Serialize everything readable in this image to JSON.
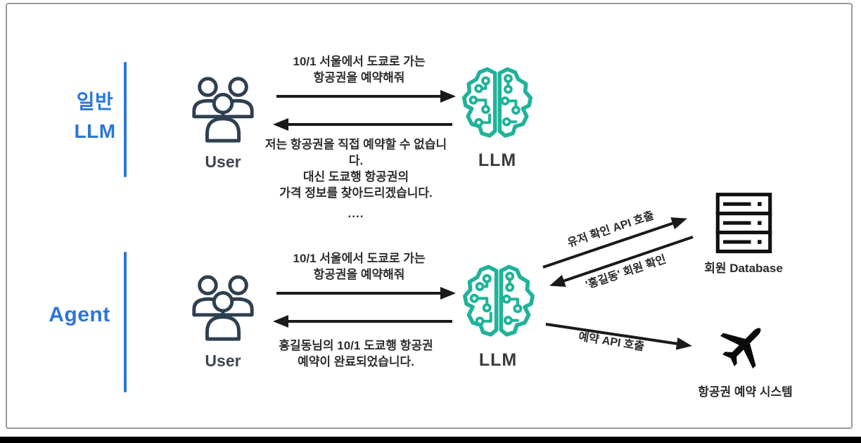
{
  "colors": {
    "accent_blue": "#2b76d9",
    "teal": "#1fb39a",
    "dark_navy": "#2e3f50",
    "arrow_black": "#1a1a1a",
    "text_dark": "#2e2e2e",
    "frame_border": "#9b9b9b",
    "bottom_bar": "#000000"
  },
  "general_section": {
    "title_line1": "일반",
    "title_line2": "LLM",
    "user_label": "User",
    "llm_label": "LLM",
    "request": [
      "10/1 서울에서 도쿄로 가는",
      "항공권을 예약해줘"
    ],
    "response": [
      "저는 항공권을 직접 예약할 수 없습니다.",
      "대신 도쿄행 항공권의",
      "가격 정보를 찾아드리겠습니다.",
      "...."
    ]
  },
  "agent_section": {
    "title": "Agent",
    "user_label": "User",
    "llm_label": "LLM",
    "request": [
      "10/1 서울에서 도쿄로 가는",
      "항공권을 예약해줘"
    ],
    "response": [
      "홍길동님의 10/1 도쿄행 항공권",
      "예약이 완료되었습니다."
    ],
    "user_check_api_label": "유저 확인 API 호출",
    "member_confirm_label": "'홍길동' 회원 확인",
    "booking_api_label": "예약 API 호출",
    "database_label": "회원 Database",
    "booking_system_label": "항공권 예약 시스템"
  },
  "icons": {
    "users": "users-icon",
    "llm": "brain-circuit-icon",
    "database": "server-database-icon",
    "airplane": "airplane-icon",
    "arrows": "arrow-icon"
  }
}
